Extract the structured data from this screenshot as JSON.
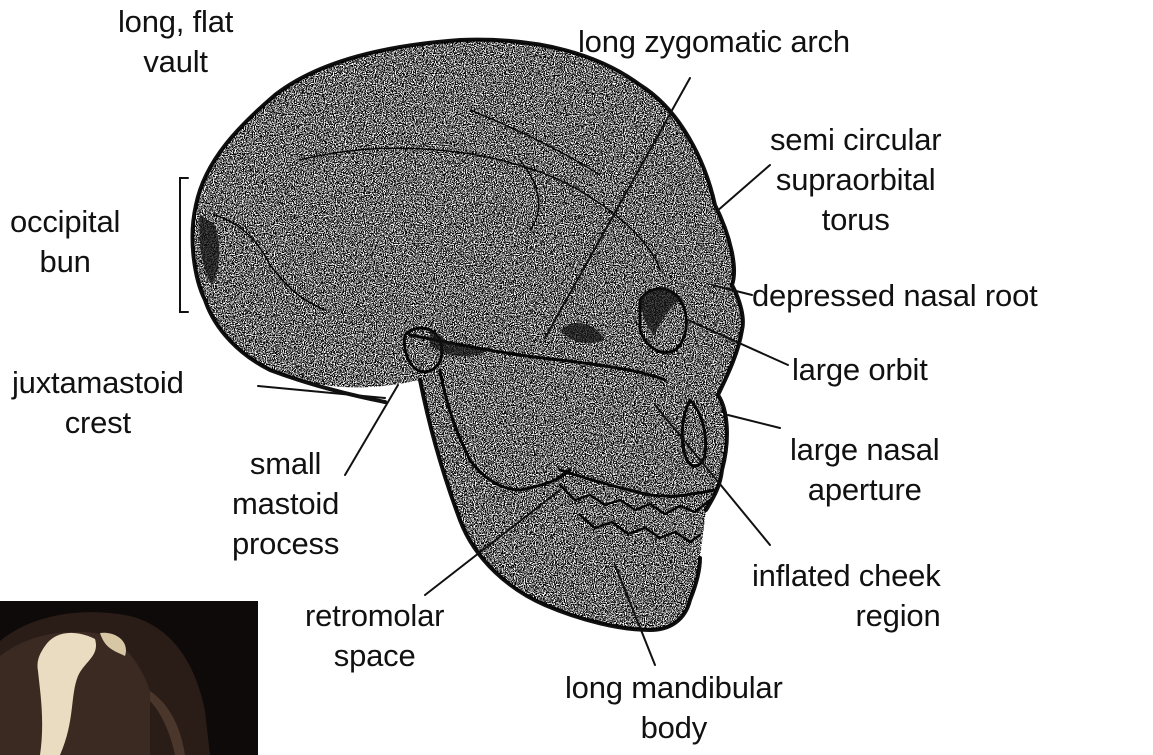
{
  "labels": {
    "vault": [
      "long, flat",
      "vault"
    ],
    "zygomatic": [
      "long zygomatic arch"
    ],
    "torus": [
      "semi circular",
      "supraorbital",
      "torus"
    ],
    "occipital": [
      "occipital",
      "bun"
    ],
    "nasal_root": [
      "depressed nasal root"
    ],
    "orbit": [
      "large orbit"
    ],
    "juxtamastoid": [
      "juxtamastoid",
      "crest"
    ],
    "nasal_aperture": [
      "large nasal",
      "aperture"
    ],
    "mastoid": [
      "small",
      "mastoid",
      "process"
    ],
    "cheek": [
      "inflated cheek",
      "region"
    ],
    "retromolar": [
      "retromolar",
      "space"
    ],
    "mandibular": [
      "long mandibular",
      "body"
    ]
  },
  "colors": {
    "ink": "#111111",
    "paper": "#ffffff",
    "photo_dark": "#1a1210",
    "photo_bone": "#e9dcc0"
  }
}
